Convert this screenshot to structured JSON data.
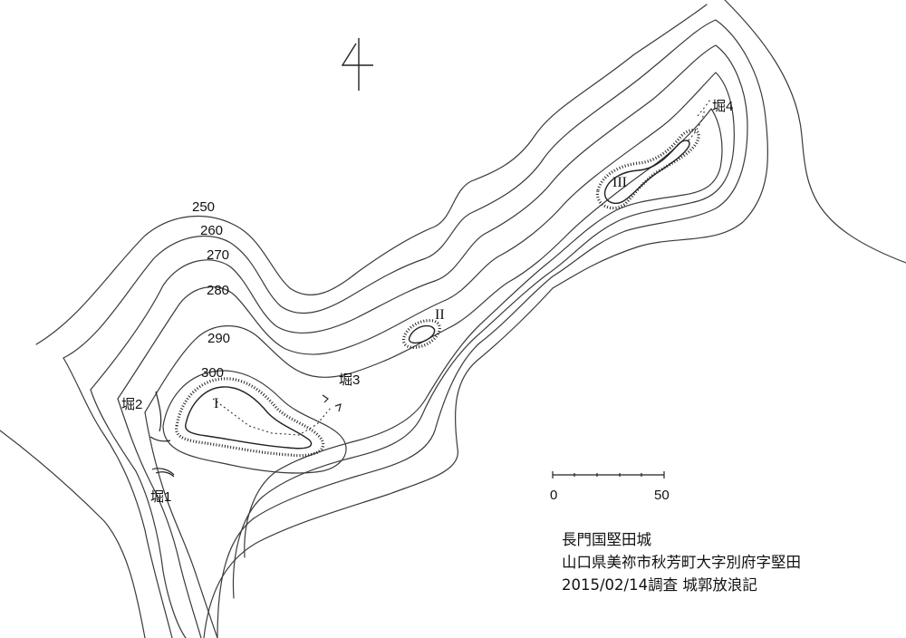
{
  "map": {
    "contour_labels": [
      "250",
      "260",
      "270",
      "280",
      "290",
      "300"
    ],
    "enclosures": [
      "I",
      "II",
      "III"
    ],
    "ditches": [
      "堀1",
      "堀2",
      "堀3",
      "堀4"
    ],
    "north_symbol": "north-arrow",
    "scale": {
      "start": "0",
      "end": "50"
    }
  },
  "caption": {
    "title": "長門国堅田城",
    "location": "山口県美祢市秋芳町大字別府字堅田",
    "survey": "2015/02/14調査 城郭放浪記"
  },
  "colors": {
    "ink": "#222222",
    "paper": "#ffffff"
  }
}
